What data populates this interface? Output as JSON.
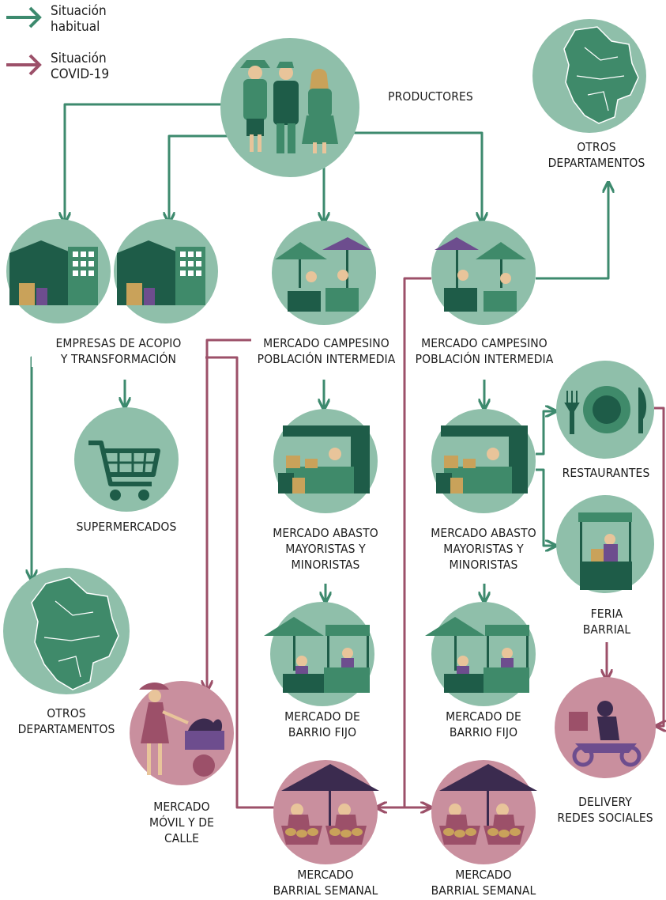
{
  "legend": {
    "usual_label": "Situación\nhabitual",
    "covid_label": "Situación\nCOVID-19"
  },
  "colors": {
    "usual": "#3d8a6e",
    "covid": "#9c5069",
    "circle_green": "#8fbfaa",
    "circle_pink": "#c98f9e",
    "dark_green": "#1e5c48",
    "mid_green": "#3f8a6a",
    "purple": "#6d4d8e"
  },
  "nodes": {
    "productores": "PRODUCTORES",
    "otros_departamentos_top": "OTROS\nDEPARTAMENTOS",
    "empresas": "EMPRESAS DE ACOPIO\nY TRANSFORMACIÓN",
    "mercado_campesino_left": "MERCADO CAMPESINO\nPOBLACIÓN INTERMEDIA",
    "mercado_campesino_right": "MERCADO CAMPESINO\nPOBLACIÓN INTERMEDIA",
    "supermercados": "SUPERMERCADOS",
    "mercado_abasto_left": "MERCADO ABASTO\nMAYORISTAS Y\nMINORISTAS",
    "mercado_abasto_right": "MERCADO ABASTO\nMAYORISTAS Y\nMINORISTAS",
    "restaurantes": "RESTAURANTES",
    "feria_barrial": "FERIA\nBARRIAL",
    "otros_departamentos_bottom": "OTROS\nDEPARTAMENTOS",
    "barrio_fijo_left": "MERCADO DE\nBARRIO FIJO",
    "barrio_fijo_right": "MERCADO DE\nBARRIO FIJO",
    "movil": "MERCADO\nMÓVIL Y DE\nCALLE",
    "delivery": "DELIVERY\nREDES SOCIALES",
    "semanal_left": "MERCADO\nBARRIAL SEMANAL",
    "semanal_right": "MERCADO\nBARRIAL SEMANAL"
  }
}
